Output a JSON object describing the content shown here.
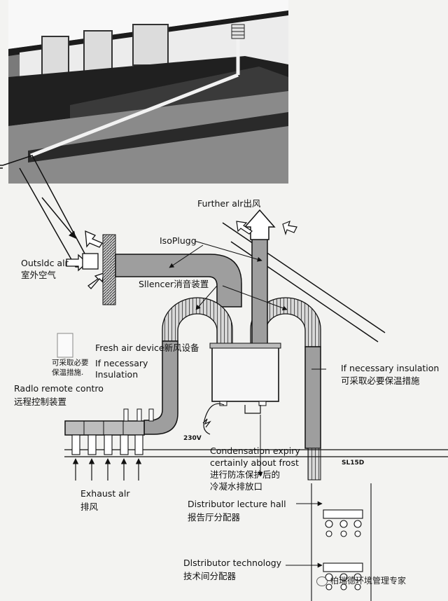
{
  "labels": {
    "further_air": "Further alr出风",
    "isoplugg": "IsoPlugg",
    "outside_air_en": "Outsldc alr",
    "outside_air_cn": "室外空气",
    "silencer": "Sllencer消音装置",
    "fresh_air_device": "Fresh air device新风设备",
    "if_necessary_left_en_1": "If necessary",
    "if_necessary_left_en_2": "Insulation",
    "if_necessary_left_cn_1": "可采取必要",
    "if_necessary_left_cn_2": "保温措施.",
    "if_necessary_right_en": "If necessary insulation",
    "if_necessary_right_cn": "可采取必要保温措施",
    "radio_remote_en": "Radlo remote contro",
    "radio_remote_cn": "远程控制装置",
    "voltage": "230V",
    "condensation_1": "Condensation expiry",
    "condensation_2": "certainly about frost",
    "condensation_cn_1": "进行防冻保护后的",
    "condensation_cn_2": "冷凝水排放口",
    "sl150": "SL15D",
    "exhaust_en": "Exhaust alr",
    "exhaust_cn": "排风",
    "distributor_hall_en": "Distributor lecture hall",
    "distributor_hall_cn": "报告厅分配器",
    "distributor_tech_en": "Dlstributor technology",
    "distributor_tech_cn": "技术间分配器",
    "watermark": "柏瑞德环境管理专家"
  }
}
